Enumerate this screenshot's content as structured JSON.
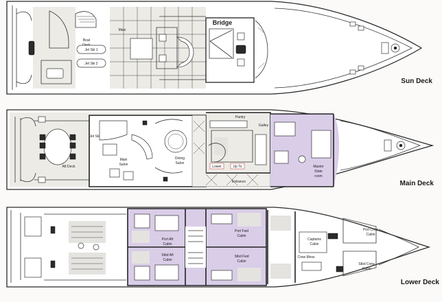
{
  "decks": {
    "sun": {
      "title": "Sun Deck",
      "rooms": {
        "boat_deck": [
          "Boat",
          "Deck"
        ],
        "jet_ski_1": "Jet Ski 1",
        "jet_ski_2": "Jet Ski 2",
        "main": "Main",
        "bridge": "Bridge"
      }
    },
    "main": {
      "title": "Main Deck",
      "rooms": {
        "jet_ski": "Jet Ski",
        "aft_deck": "Aft Deck",
        "main_salon": [
          "Main",
          "Salon"
        ],
        "dining_salon": [
          "Dining",
          "Salon"
        ],
        "pantry": "Pantry",
        "galley": "Galley",
        "entrance": "Entrance",
        "lower": "Lower",
        "up_to": "Up To",
        "master_stateroom": [
          "Master",
          "State",
          "room"
        ]
      }
    },
    "lower": {
      "title": "Lower Deck",
      "rooms": {
        "port_aft_cabin": [
          "Port Aft",
          "Cabin"
        ],
        "stbd_aft_cabin": [
          "Stbd Aft",
          "Cabin"
        ],
        "port_fwd_cabin": [
          "Port Fwd",
          "Cabin"
        ],
        "stbd_fwd_cabin": [
          "Stbd Fwd",
          "Cabin"
        ],
        "captains_cabin": [
          "Captains",
          "Cabin"
        ],
        "crew_mess": "Crew Mess",
        "port_crew_cabin": [
          "Port Crew",
          "Cabin"
        ],
        "stbd_crew_cabin": [
          "Stbd Crew",
          "Cabin"
        ]
      }
    }
  },
  "colors": {
    "accent_cabin": "#d9cde8",
    "deck_teak": "#ecebe6",
    "line": "#2a2a2a",
    "background": "#fbfaf8"
  }
}
